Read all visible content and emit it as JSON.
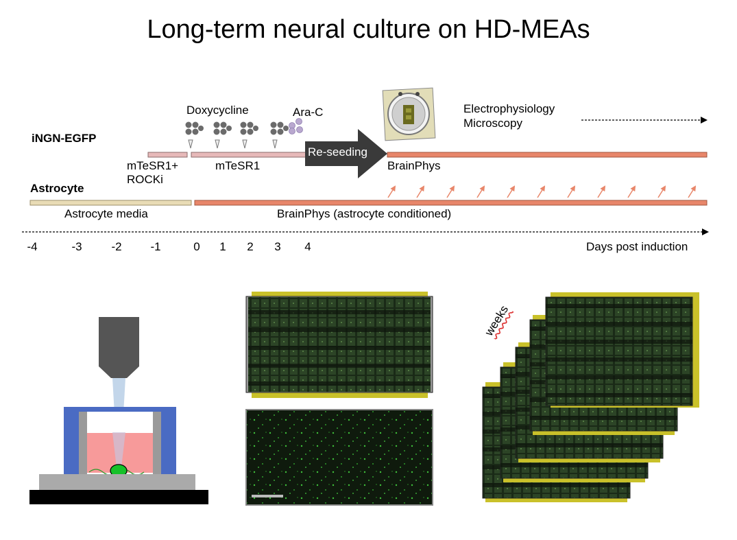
{
  "title": "Long-term neural culture on HD-MEAs",
  "rows": {
    "ingn_label": "iNGN-EGFP",
    "astro_label": "Astrocyte"
  },
  "media": {
    "mtesr_rocki": "mTeSR1+\nROCKi",
    "mtesr": "mTeSR1",
    "brainphys": "BrainPhys",
    "astro_media": "Astrocyte media",
    "brainphys_conditioned": "BrainPhys (astrocyte conditioned)"
  },
  "drugs": {
    "doxycycline": "Doxycycline",
    "arac": "Ara-C"
  },
  "reseeding": "Re-seeding",
  "readouts": {
    "line1": "Electrophysiology",
    "line2": "Microscopy"
  },
  "axis": {
    "ticks": [
      "-4",
      "-3",
      "-2",
      "-1",
      "0",
      "1",
      "2",
      "3",
      "4"
    ],
    "label": "Days post induction"
  },
  "weeks": "weeks",
  "colors": {
    "brainphys_bar": "#e8866a",
    "mtesr_bar": "#e7b9b9",
    "astro_media_bar": "#e9dcb6",
    "arrow_dark": "#3a3a3a",
    "dox_dot": "#6b6b6b",
    "arac_dot": "#b9a8cf",
    "mea_yellow": "#c9c12a",
    "mea_green": "#2a3f23",
    "chip_blue": "#4a6bc3",
    "medium_pink": "#f79a9a",
    "cell_green": "#17c12a"
  }
}
